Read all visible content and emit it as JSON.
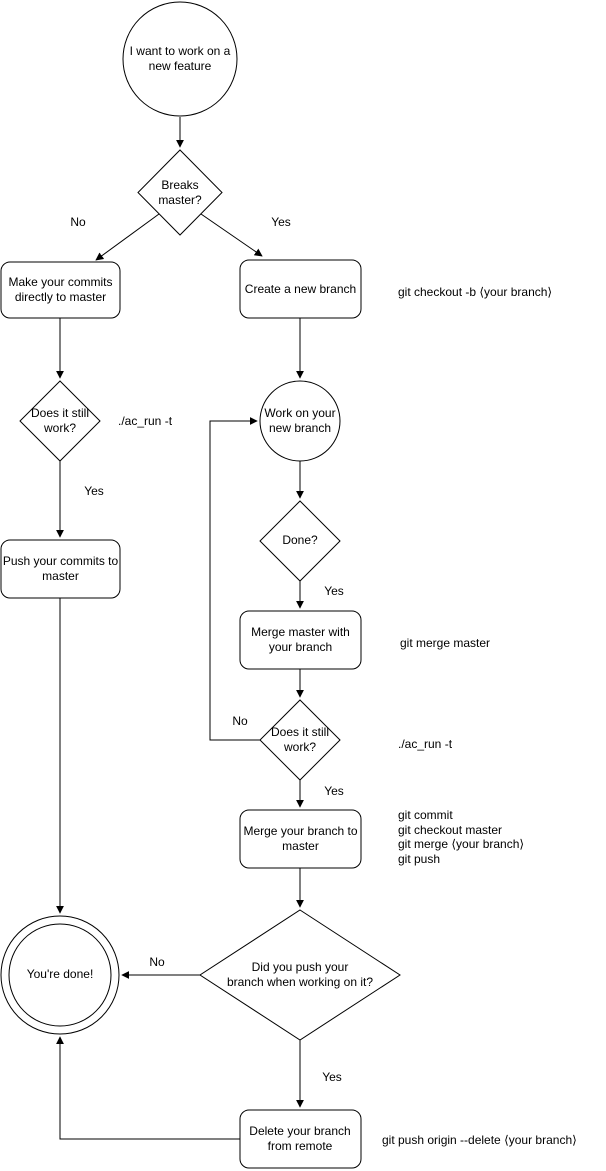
{
  "diagram": {
    "type": "flowchart",
    "topic": "git feature-branch workflow",
    "colors": {
      "background": "#ffffff",
      "shape_fill": "#ffffff",
      "stroke": "#000000",
      "text": "#000000"
    },
    "nodes": {
      "start": {
        "shape": "circle",
        "lines": [
          "I want to work on a",
          "new feature"
        ]
      },
      "breaks_master": {
        "shape": "diamond",
        "lines": [
          "Breaks",
          "master?"
        ]
      },
      "make_commits": {
        "shape": "rounded-rect",
        "lines": [
          "Make your commits",
          "directly to master"
        ]
      },
      "create_branch": {
        "shape": "rounded-rect",
        "lines": [
          "Create a new branch"
        ]
      },
      "does_it_work_1": {
        "shape": "diamond",
        "lines": [
          "Does it still",
          "work?"
        ]
      },
      "push_commits": {
        "shape": "rounded-rect",
        "lines": [
          "Push your commits to",
          "master"
        ]
      },
      "work_on_branch": {
        "shape": "circle",
        "lines": [
          "Work on your",
          "new branch"
        ]
      },
      "done_q": {
        "shape": "diamond",
        "lines": [
          "Done?"
        ]
      },
      "merge_master": {
        "shape": "rounded-rect",
        "lines": [
          "Merge master with",
          "your branch"
        ]
      },
      "does_it_work_2": {
        "shape": "diamond",
        "lines": [
          "Does it still",
          "work?"
        ]
      },
      "merge_branch": {
        "shape": "rounded-rect",
        "lines": [
          "Merge your branch to",
          "master"
        ]
      },
      "did_you_push": {
        "shape": "diamond",
        "lines": [
          "Did you push your",
          "branch when working on it?"
        ]
      },
      "youre_done": {
        "shape": "double-circle",
        "lines": [
          "You're done!"
        ]
      },
      "delete_branch": {
        "shape": "rounded-rect",
        "lines": [
          "Delete your branch",
          "from remote"
        ]
      }
    },
    "edge_labels": {
      "breaks_no": "No",
      "breaks_yes": "Yes",
      "work1_yes": "Yes",
      "done_yes": "Yes",
      "loop_no": "No",
      "work2_yes": "Yes",
      "push_no": "No",
      "push_yes": "Yes"
    },
    "annotations": {
      "create_branch": "git checkout -b ⟨your branch⟩",
      "ac_run_1": "./ac_run -t",
      "merge_master": "git merge master",
      "ac_run_2": "./ac_run -t",
      "merge_branch": [
        "git commit",
        "git checkout master",
        "git merge ⟨your branch⟩",
        "git push"
      ],
      "delete_branch": "git push origin --delete ⟨your branch⟩"
    }
  }
}
